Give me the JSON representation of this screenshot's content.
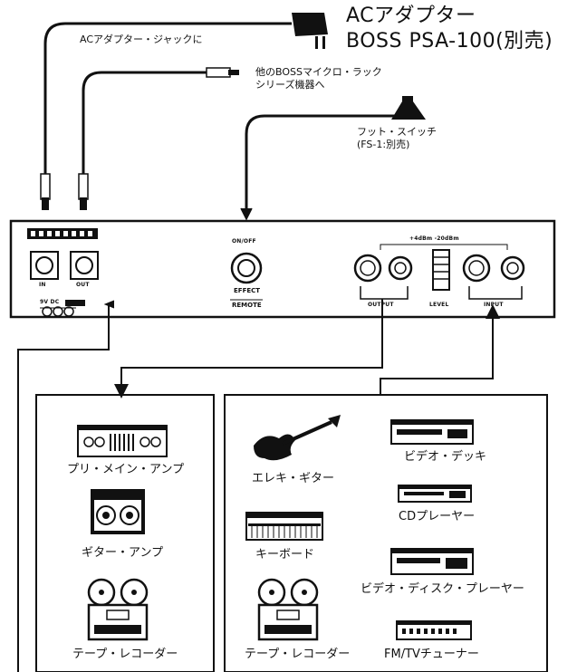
{
  "adapter": {
    "title_line1": "ACアダプター",
    "title_line2": "BOSS PSA-100(別売)",
    "jack_label": "ACアダプター・ジャックに"
  },
  "other_boss": {
    "line1": "他のBOSSマイクロ・ラック",
    "line2": "シリーズ機器へ"
  },
  "footswitch": {
    "line1": "フット・スイッチ",
    "line2": "(FS-1:別売)"
  },
  "panel": {
    "in_label": "IN",
    "out_label": "OUT",
    "dc_label": "9V DC",
    "onoff_label": "ON/OFF",
    "effect_label": "EFFECT",
    "remote_label": "REMOTE",
    "level_range_label": "+4dBm  -20dBm",
    "output_label": "OUTPUT",
    "level_label": "LEVEL",
    "input_label": "INPUT"
  },
  "output_devices": [
    {
      "label": "プリ・メイン・アンプ",
      "icon": "pre-main-amp-icon"
    },
    {
      "label": "ギター・アンプ",
      "icon": "guitar-amp-icon"
    },
    {
      "label": "テープ・レコーダー",
      "icon": "tape-recorder-icon"
    }
  ],
  "input_devices": [
    {
      "label": "エレキ・ギター",
      "icon": "electric-guitar-icon"
    },
    {
      "label": "ビデオ・デッキ",
      "icon": "video-deck-icon"
    },
    {
      "label": "CDプレーヤー",
      "icon": "cd-player-icon"
    },
    {
      "label": "キーボード",
      "icon": "keyboard-icon"
    },
    {
      "label": "ビデオ・ディスク・プレーヤー",
      "icon": "video-disc-player-icon"
    },
    {
      "label": "テープ・レコーダー",
      "icon": "tape-recorder-icon"
    },
    {
      "label": "FM/TVチューナー",
      "icon": "fm-tv-tuner-icon"
    }
  ]
}
